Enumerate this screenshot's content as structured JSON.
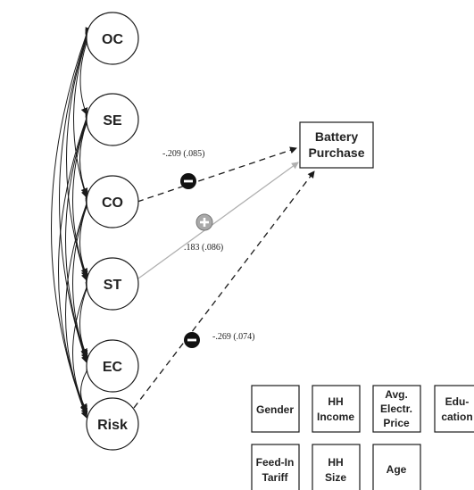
{
  "latent_constructs": [
    {
      "id": "oc",
      "label": "OC"
    },
    {
      "id": "se",
      "label": "SE"
    },
    {
      "id": "co",
      "label": "CO"
    },
    {
      "id": "st",
      "label": "ST"
    },
    {
      "id": "ec",
      "label": "EC"
    },
    {
      "id": "risk",
      "label": "Risk"
    }
  ],
  "outcome": {
    "line1": "Battery",
    "line2": "Purchase"
  },
  "paths": [
    {
      "from": "co",
      "coefficient": "-.209 (.085)",
      "sign": "negative"
    },
    {
      "from": "st",
      "coefficient": ".183 (.086)",
      "sign": "positive"
    },
    {
      "from": "risk",
      "coefficient": "-.269 (.074)",
      "sign": "negative"
    }
  ],
  "controls": [
    {
      "lines": [
        "Gender"
      ]
    },
    {
      "lines": [
        "HH",
        "Income"
      ]
    },
    {
      "lines": [
        "Avg.",
        "Electr.",
        "Price"
      ]
    },
    {
      "lines": [
        "Edu-",
        "cation"
      ]
    },
    {
      "lines": [
        "Feed-In",
        "Tariff"
      ]
    },
    {
      "lines": [
        "HH",
        "Size"
      ]
    },
    {
      "lines": [
        "Age"
      ]
    }
  ],
  "colors": {
    "line": "#1a1a1a",
    "positive_path": "#b0b0b0",
    "negative_badge": "#111111",
    "positive_badge": "#a9a9a9"
  }
}
